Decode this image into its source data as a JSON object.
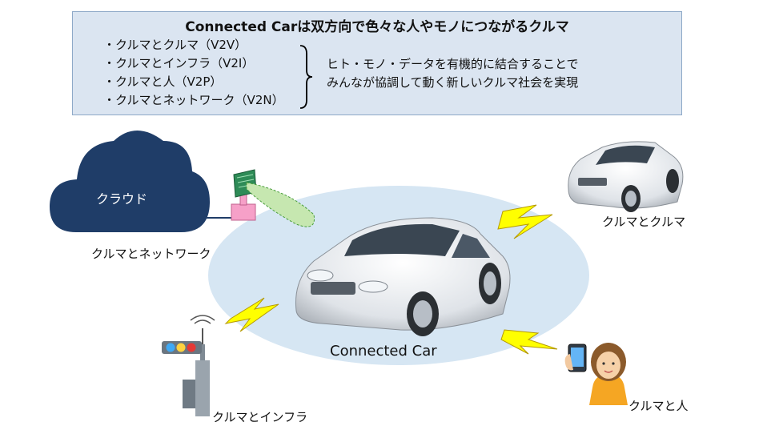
{
  "header": {
    "title": "Connected Carは双方向で色々な人やモノにつながるクルマ",
    "bullets": [
      "・クルマとクルマ（V2V）",
      "・クルマとインフラ（V2I）",
      "・クルマと人（V2P）",
      "・クルマとネットワーク（V2N）"
    ],
    "summary_line1": "ヒト・モノ・データを有機的に結合することで",
    "summary_line2": "みんなが協調して動く新しいクルマ社会を実現"
  },
  "diagram": {
    "cloud_label": "クラウド",
    "network_label": "クルマとネットワーク",
    "v2v_label": "クルマとクルマ",
    "infra_label": "クルマとインフラ",
    "person_label": "クルマと人",
    "center_label": "Connected Car"
  },
  "colors": {
    "header_bg": "#dbe5f1",
    "cloud": "#1f3d68",
    "ellipse": "#d6e6f3",
    "lightning": "#ffff00",
    "beam": "#c6e7b0",
    "antenna_panel": "#2e8b57",
    "antenna_base": "#f6a0c8"
  }
}
